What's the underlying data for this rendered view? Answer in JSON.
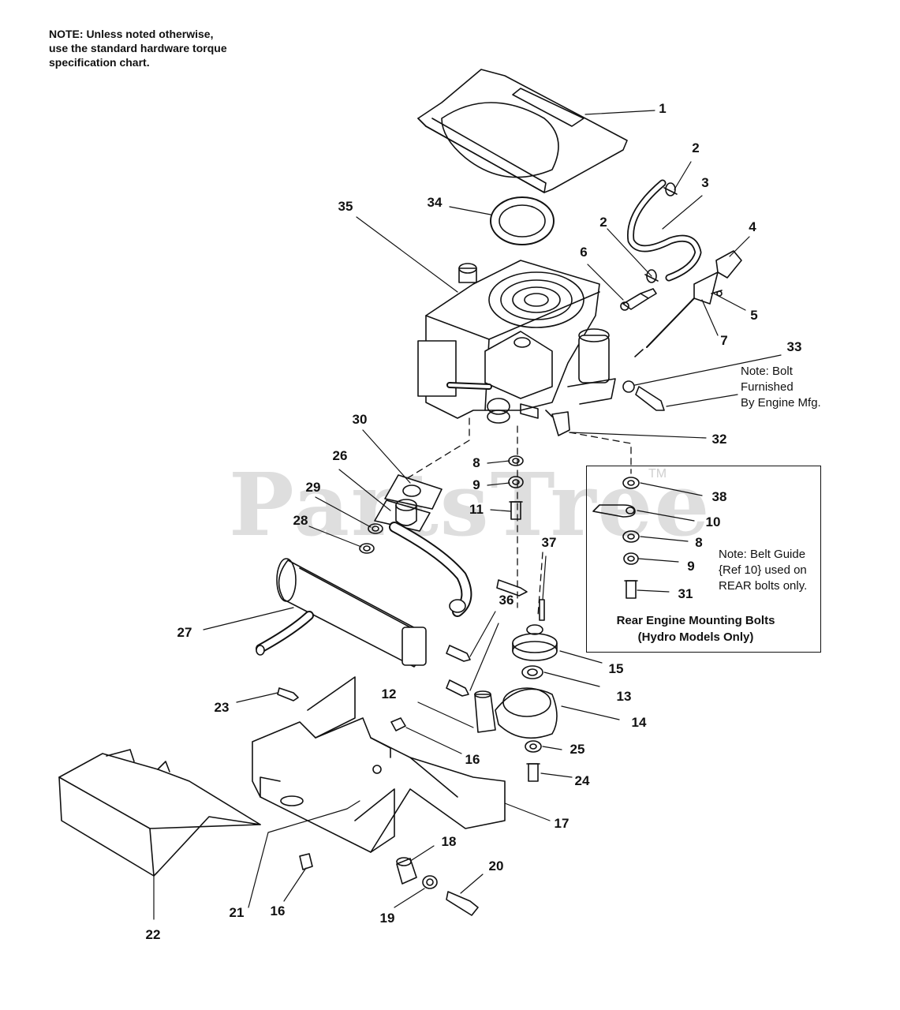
{
  "top_note": [
    "NOTE: Unless noted otherwise,",
    "use the standard hardware torque",
    "specification chart."
  ],
  "bolt_note": [
    "Note: Bolt",
    "Furnished",
    "By Engine Mfg."
  ],
  "belt_guide_note": [
    "Note: Belt Guide",
    "{Ref 10} used on",
    "REAR bolts only."
  ],
  "rear_box_title": [
    "Rear Engine Mounting Bolts",
    "(Hydro Models Only)"
  ],
  "watermark": "PartsTree",
  "watermark_tm": "TM",
  "callouts": [
    {
      "id": "c1",
      "label": "1"
    },
    {
      "id": "c2a",
      "label": "2"
    },
    {
      "id": "c3",
      "label": "3"
    },
    {
      "id": "c2b",
      "label": "2"
    },
    {
      "id": "c4",
      "label": "4"
    },
    {
      "id": "c5",
      "label": "5"
    },
    {
      "id": "c6",
      "label": "6"
    },
    {
      "id": "c7",
      "label": "7"
    },
    {
      "id": "c33",
      "label": "33"
    },
    {
      "id": "c34",
      "label": "34"
    },
    {
      "id": "c35",
      "label": "35"
    },
    {
      "id": "c32",
      "label": "32"
    },
    {
      "id": "c30",
      "label": "30"
    },
    {
      "id": "c26",
      "label": "26"
    },
    {
      "id": "c29",
      "label": "29"
    },
    {
      "id": "c28",
      "label": "28"
    },
    {
      "id": "c8a",
      "label": "8"
    },
    {
      "id": "c9a",
      "label": "9"
    },
    {
      "id": "c11",
      "label": "11"
    },
    {
      "id": "c38",
      "label": "38"
    },
    {
      "id": "c10",
      "label": "10"
    },
    {
      "id": "c8b",
      "label": "8"
    },
    {
      "id": "c9b",
      "label": "9"
    },
    {
      "id": "c31",
      "label": "31"
    },
    {
      "id": "c37",
      "label": "37"
    },
    {
      "id": "c27",
      "label": "27"
    },
    {
      "id": "c36",
      "label": "36"
    },
    {
      "id": "c15",
      "label": "15"
    },
    {
      "id": "c13",
      "label": "13"
    },
    {
      "id": "c14",
      "label": "14"
    },
    {
      "id": "c12",
      "label": "12"
    },
    {
      "id": "c23",
      "label": "23"
    },
    {
      "id": "c16a",
      "label": "16"
    },
    {
      "id": "c25",
      "label": "25"
    },
    {
      "id": "c24",
      "label": "24"
    },
    {
      "id": "c17",
      "label": "17"
    },
    {
      "id": "c18",
      "label": "18"
    },
    {
      "id": "c20",
      "label": "20"
    },
    {
      "id": "c21",
      "label": "21"
    },
    {
      "id": "c16b",
      "label": "16"
    },
    {
      "id": "c19",
      "label": "19"
    },
    {
      "id": "c22",
      "label": "22"
    }
  ]
}
